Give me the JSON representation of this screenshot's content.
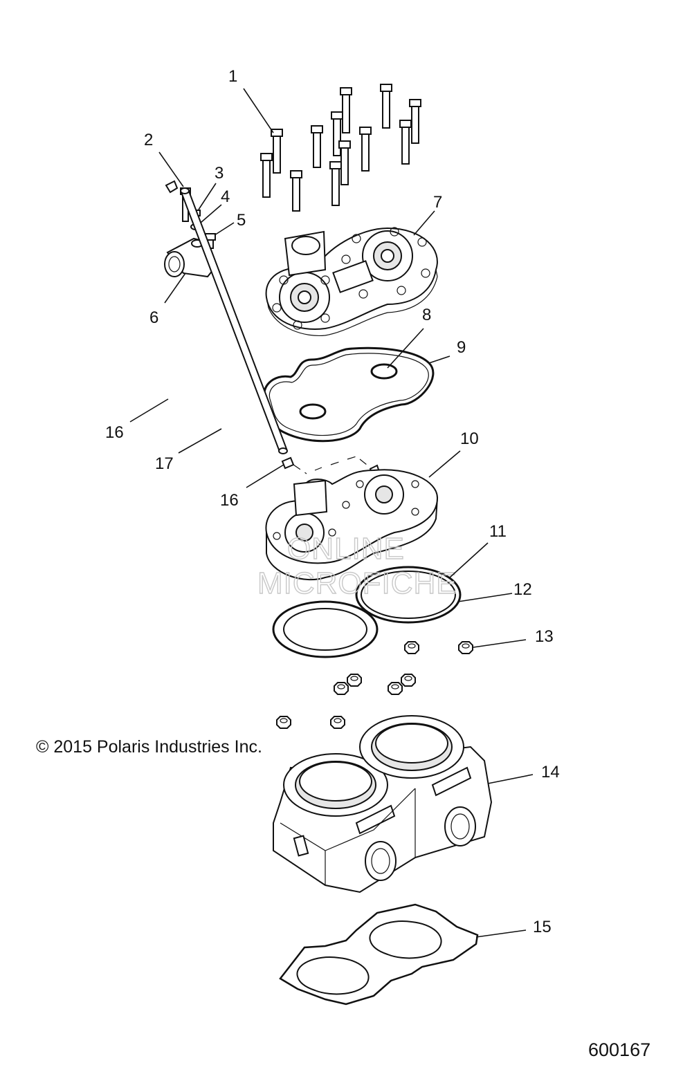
{
  "diagram": {
    "callouts": [
      "1",
      "2",
      "3",
      "4",
      "5",
      "6",
      "7",
      "8",
      "9",
      "10",
      "11",
      "12",
      "13",
      "14",
      "15",
      "16",
      "16",
      "17"
    ],
    "copyright": "© 2015 Polaris Industries Inc.",
    "figure_number": "600167",
    "watermark": {
      "line1": "ONLINE",
      "line2": "MICROFICHE"
    }
  },
  "colors": {
    "ink": "#111111",
    "watermark": "#c8c8c8",
    "background": "#ffffff"
  }
}
